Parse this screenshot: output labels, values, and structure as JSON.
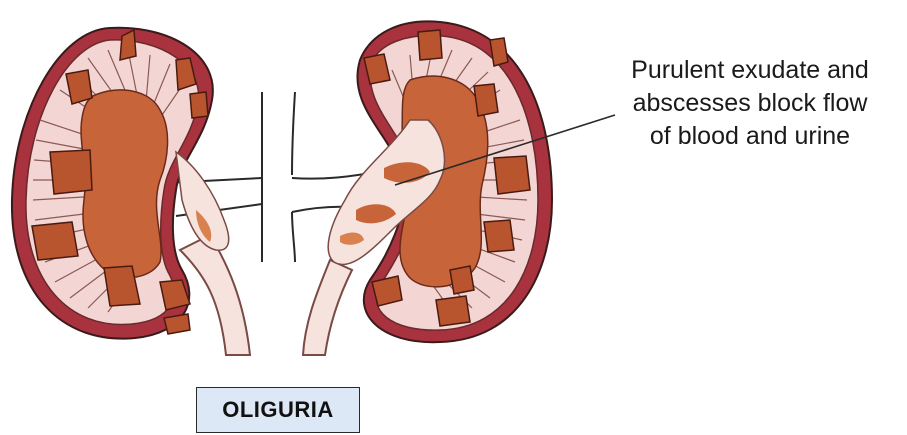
{
  "annotation": {
    "line1": "Purulent exudate and",
    "line2": "abscesses block flow",
    "line3": "of blood and urine"
  },
  "badge": {
    "label": "OLIGURIA"
  },
  "colors": {
    "capsule": "#a8323e",
    "cortex": "#f3d6d3",
    "medulla_stripe": "#8a5a55",
    "pelvis": "#c8643a",
    "abscess": "#b8552e",
    "ureter": "#f6e3dd",
    "badge_bg": "#dde8f6"
  },
  "icons": [
    "left-kidney-illustration",
    "right-kidney-illustration",
    "renal-vessels",
    "ureters"
  ]
}
